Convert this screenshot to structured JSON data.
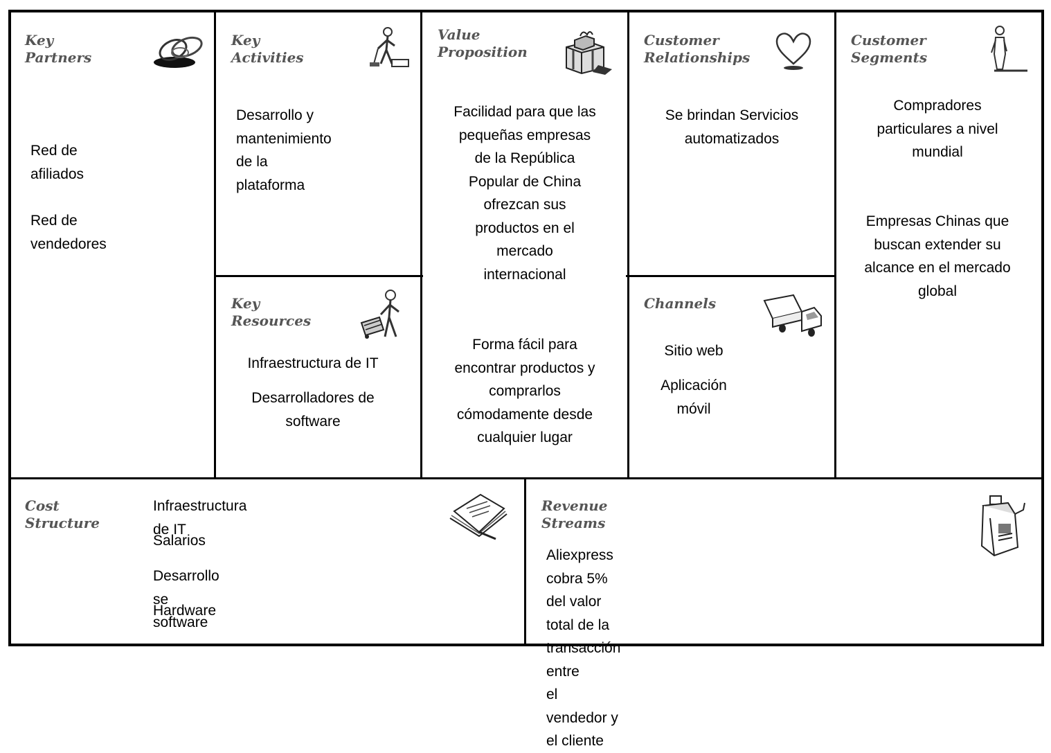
{
  "key_partners": {
    "title": "Key\nPartners",
    "items": [
      "Red de afiliados",
      "Red de vendedores"
    ],
    "icon": "chain-links-icon"
  },
  "key_activities": {
    "title": "Key\nActivities",
    "text": "Desarrollo y\nmantenimiento de la\nplataforma",
    "icon": "worker-vacuuming-icon"
  },
  "key_resources": {
    "title": "Key\nResources",
    "items": [
      "Infraestructura de IT",
      "Desarrolladores de\nsoftware"
    ],
    "icon": "worker-with-cart-icon"
  },
  "value_proposition": {
    "title": "Value\nProposition",
    "items": [
      "Facilidad para que las\npequeñas empresas\nde la República\nPopular de China\nofrezcan sus\nproductos en el\nmercado\ninternacional",
      "Forma fácil para\nencontrar productos y\ncomprarlos\ncómodamente desde\ncualquier lugar"
    ],
    "icon": "gift-boxes-icon"
  },
  "customer_relationships": {
    "title": "Customer\nRelationships",
    "text": "Se brindan Servicios\nautomatizados",
    "icon": "heart-icon"
  },
  "channels": {
    "title": "Channels",
    "items": [
      "Sitio web",
      "Aplicación\nmóvil"
    ],
    "icon": "delivery-truck-icon"
  },
  "customer_segments": {
    "title": "Customer\nSegments",
    "items": [
      "Compradores\nparticulares a nivel\nmundial",
      "Empresas Chinas que\nbuscan extender su\nalcance en el mercado\nglobal"
    ],
    "icon": "standing-person-icon"
  },
  "cost_structure": {
    "title": "Cost\nStructure",
    "items": [
      "Infraestructura de IT",
      "Salarios",
      "Desarrollo se software",
      "Hardware"
    ],
    "icon": "document-pages-icon"
  },
  "revenue_streams": {
    "title": "Revenue\nStreams",
    "text": "Aliexpress cobra 5% del valor total de la transacción entre\nel vendedor y el cliente",
    "icon": "cash-register-icon"
  }
}
